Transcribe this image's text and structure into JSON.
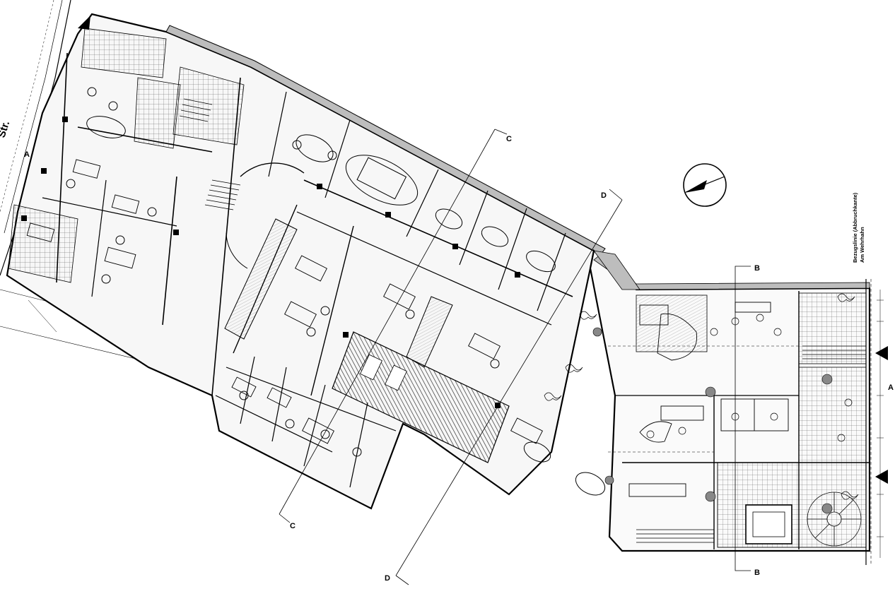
{
  "title": "",
  "street_label": "Str.",
  "section_markers": {
    "a_left": "A",
    "a_right": "A",
    "b_top": "B",
    "b_bottom": "B",
    "c_top": "C",
    "c_bottom": "C",
    "d_top": "D",
    "d_bottom": "D"
  },
  "vertical_note": {
    "line1": "Bezugslinie (Abbruchkante)",
    "line2": "Am Wehrhahn"
  },
  "colors": {
    "ink": "#000000",
    "wall_fill": "#bdbdbd",
    "hatch": "#333333",
    "background": "#ffffff"
  },
  "icons": [
    "north-arrow-icon",
    "section-arrow-icon"
  ]
}
